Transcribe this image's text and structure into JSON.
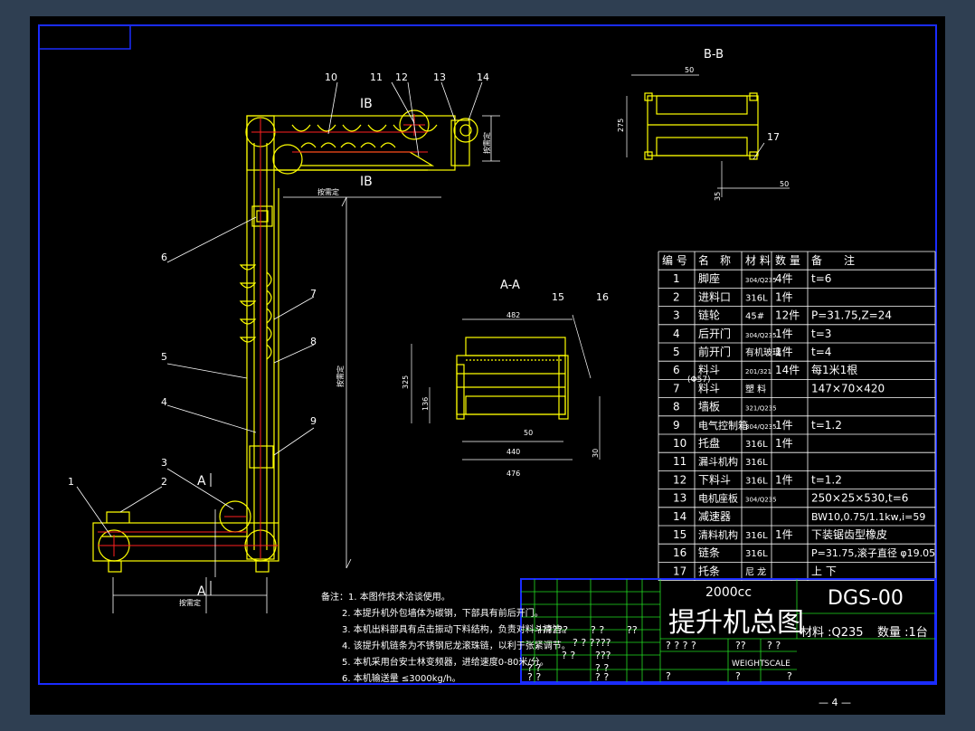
{
  "colors": {
    "background": "#000000",
    "frame": "#1a2cff",
    "yellow": "#ffff00",
    "red": "#ff2020",
    "white": "#ffffff",
    "green": "#22dd22",
    "page": "#2f3f52"
  },
  "callouts": [
    "1",
    "2",
    "3",
    "4",
    "5",
    "6",
    "7",
    "8",
    "9",
    "10",
    "11",
    "12",
    "13",
    "14",
    "15",
    "16",
    "17"
  ],
  "section_labels": {
    "ib_top": "IB",
    "ib_bottom": "IB",
    "a_left": "A",
    "a_bottom": "A",
    "aa_title": "A-A",
    "bb_title": "B-B"
  },
  "dimensions": {
    "by_customer_h": "按需定",
    "by_customer_v": "按需定",
    "by_customer_right": "按需定",
    "by_customer_bottom": "按需定",
    "aa_482": "482",
    "aa_440": "440",
    "aa_476": "476",
    "aa_50": "50",
    "aa_325": "325",
    "aa_136": "136",
    "aa_30": "30",
    "bb_50_top": "50",
    "bb_275": "275",
    "bb_50_bottom": "50",
    "bb_35": "35"
  },
  "bom": {
    "headers": [
      "编 号",
      "名　称",
      "材 料",
      "数 量",
      "备　　注"
    ],
    "rows": [
      [
        "1",
        "脚座",
        "304/Q235",
        "4件",
        "t=6"
      ],
      [
        "2",
        "进料口",
        "316L",
        "1件",
        ""
      ],
      [
        "3",
        "链轮",
        "45#",
        "12件",
        "P=31.75,Z=24"
      ],
      [
        "4",
        "后开门",
        "304/Q235",
        "1件",
        "t=3"
      ],
      [
        "5",
        "前开门",
        "有机玻璃",
        "1件",
        "t=4"
      ],
      [
        "6",
        "料斗",
        "201/321",
        "14件",
        "每1米1根"
      ],
      [
        "7",
        "料斗",
        "塑 料",
        "",
        "147×70×420"
      ],
      [
        "8",
        "墙板",
        "321/Q235",
        "",
        ""
      ],
      [
        "9",
        "电气控制箱",
        "304/Q235",
        "1件",
        "t=1.2"
      ],
      [
        "10",
        "托盘",
        "316L",
        "1件",
        ""
      ],
      [
        "11",
        "漏斗机构",
        "316L",
        "",
        ""
      ],
      [
        "12",
        "下料斗",
        "316L",
        "1件",
        "t=1.2"
      ],
      [
        "13",
        "电机座板",
        "304/Q235",
        "",
        "250×25×530,t=6"
      ],
      [
        "14",
        "减速器",
        "",
        "",
        "BW10,0.75/1.1kw,i=59"
      ],
      [
        "15",
        "清料机构",
        "316L",
        "1件",
        "下装锯齿型橡皮"
      ],
      [
        "16",
        "链条",
        "316L",
        "",
        "P=31.75,滚子直径 φ19.05"
      ],
      [
        "17",
        "托条",
        "尼 龙",
        "",
        "上 下"
      ]
    ],
    "overlap_note": "(Φ57)"
  },
  "title_block": {
    "capacity": "2000cc",
    "title": "提升机总图",
    "drawing_no": "DGS-00",
    "material": "材料 :Q235",
    "quantity": "数量 :1台",
    "weight": "WEIGHT",
    "scale": "SCALE",
    "q1": "? ? ? ?",
    "q2": "??",
    "q3": "? ?",
    "q4": "?",
    "q5": "?",
    "q6": "?",
    "left_marks": [
      "??????",
      "? ?",
      "??",
      "? ? ?",
      "???",
      "? ?",
      "???",
      "? ?",
      "? ?",
      "? ?",
      "? ?"
    ]
  },
  "notes": {
    "label": "备注：",
    "items": [
      "1. 本图作技术洽谈使用。",
      "2. 本提升机外包墙体为碳钢，下部具有前后开门。",
      "3. 本机出料部具有点击振动下料结构，负责对料斗清洁。",
      "4. 该提升机链条为不锈钢尼龙滚珠链，以利于张紧调节。",
      "5. 本机采用台安士林变频器，进给速度0-80米/分。",
      "6. 本机输送量 ≤3000kg/h。"
    ]
  },
  "page_number": "— 4 —"
}
